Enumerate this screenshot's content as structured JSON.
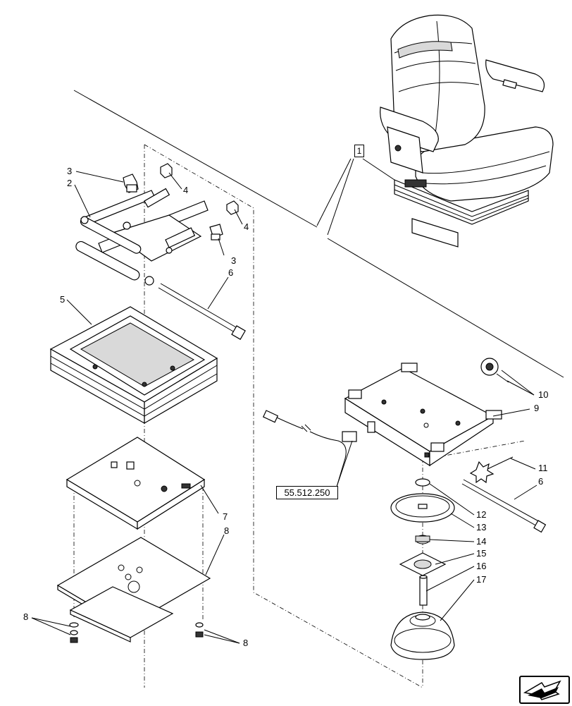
{
  "diagram": {
    "callouts": {
      "c1": "1",
      "c2": "2",
      "c3a": "3",
      "c3b": "3",
      "c4a": "4",
      "c4b": "4",
      "c5": "5",
      "c6a": "6",
      "c6b": "6",
      "c7": "7",
      "c8a": "8",
      "c8b": "8",
      "c8c": "8",
      "c9": "9",
      "c10": "10",
      "c11": "11",
      "c12": "12",
      "c13": "13",
      "c14": "14",
      "c15": "15",
      "c16": "16",
      "c17": "17"
    },
    "reference_label": "55.512.250",
    "nav_icon": "next-page-arrow-icon"
  }
}
